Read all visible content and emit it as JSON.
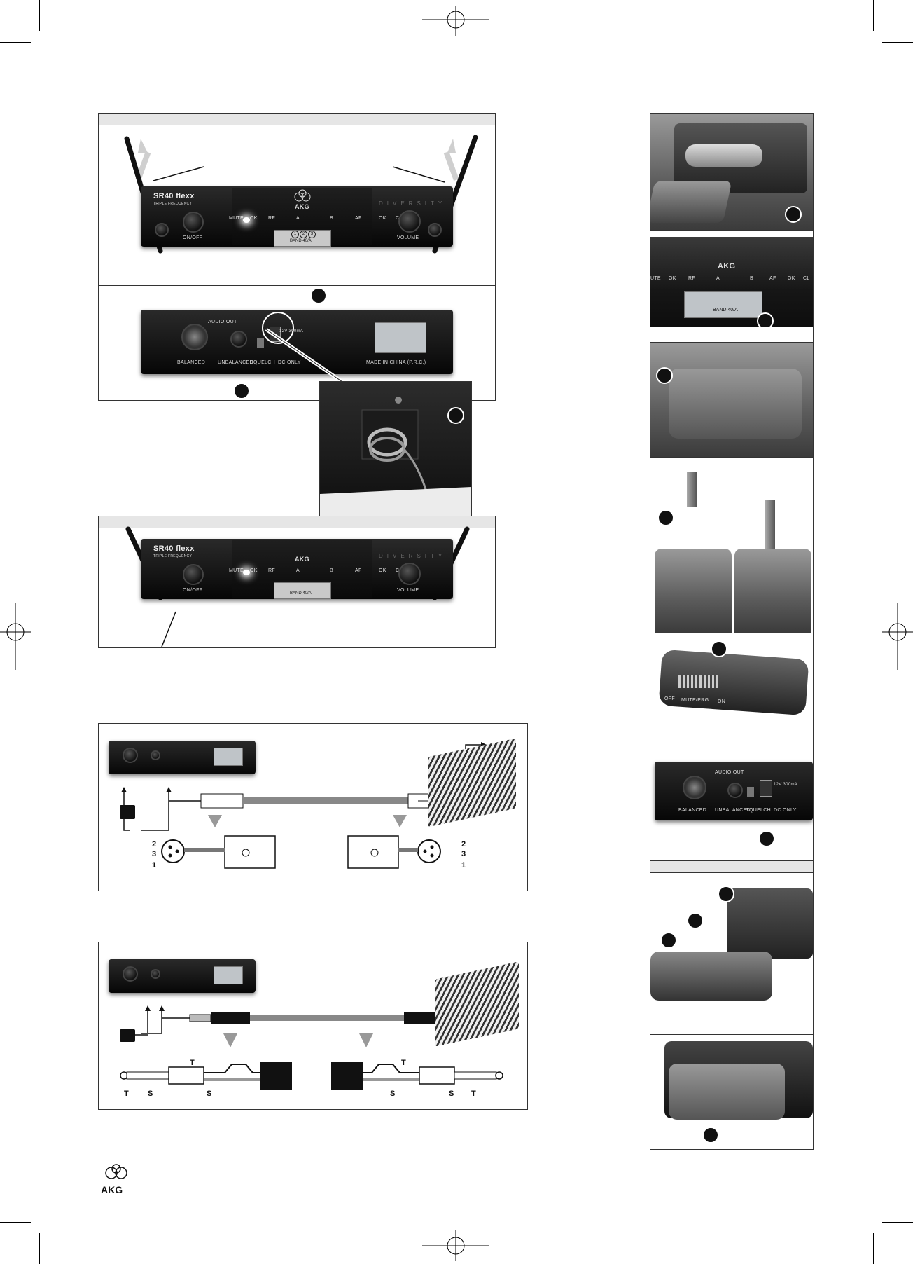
{
  "brand": {
    "logo_text": "AKG",
    "model": "SR40 flexx",
    "model_sub": "TRIPLE FREQUENCY",
    "diversity": "DIVERSITY"
  },
  "front_panel": {
    "indicators": [
      "MUTE",
      "OK",
      "RF",
      "A",
      "B",
      "AF",
      "OK",
      "CLIP"
    ],
    "channels": [
      "1",
      "2",
      "3"
    ],
    "band": "BAND 40/A",
    "on_off": "ON/OFF",
    "volume": "VOLUME"
  },
  "rear_panel": {
    "audio_out": "AUDIO OUT",
    "balanced": "BALANCED",
    "unbalanced": "UNBALANCED",
    "squelch": "SQUELCH",
    "dc_only": "DC ONLY",
    "power_rating": "12V 300mA",
    "made_in": "MADE IN CHINA (P.R.C.)"
  },
  "xlr_pins": [
    "2",
    "3",
    "1"
  ],
  "jack_labels": {
    "tip": "T",
    "sleeve": "S"
  },
  "right_column": {
    "detail_band": "BAND 40/A",
    "detail_indicators": [
      "UTE",
      "OK",
      "RF",
      "A",
      "B",
      "AF",
      "OK",
      "CL"
    ],
    "switch_labels": [
      "OFF",
      "MUTE/PRG",
      "ON"
    ],
    "rear_labels": {
      "audio_out": "AUDIO OUT",
      "balanced": "BALANCED",
      "unbalanced": "UNBALANCED",
      "squelch": "SQUELCH",
      "dc_only": "DC ONLY",
      "power_rating": "12V 300mA"
    }
  }
}
